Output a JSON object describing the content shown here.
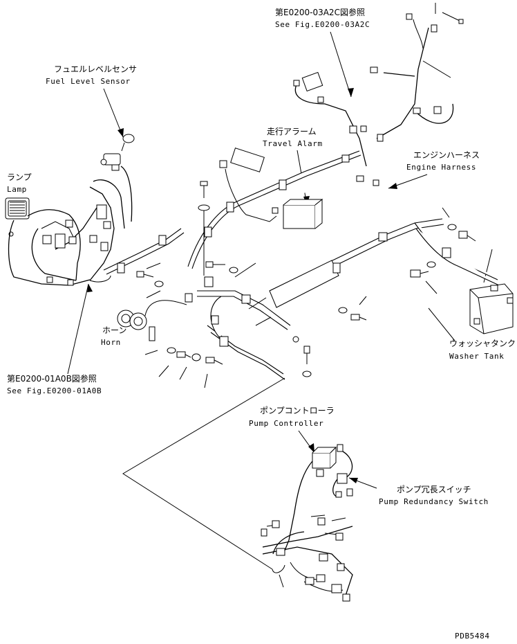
{
  "callouts": {
    "ref_03a2c": {
      "jp": "第E0200-03A2C図参照",
      "en": "See Fig.E0200-03A2C"
    },
    "fuel_level_sensor": {
      "jp": "フュエルレベルセンサ",
      "en": "Fuel Level Sensor"
    },
    "lamp": {
      "jp": "ランプ",
      "en": "Lamp"
    },
    "travel_alarm": {
      "jp": "走行アラーム",
      "en": "Travel Alarm"
    },
    "engine_harness": {
      "jp": "エンジンハーネス",
      "en": "Engine Harness"
    },
    "horn": {
      "jp": "ホーン",
      "en": "Horn"
    },
    "washer_tank": {
      "jp": "ウォッシャタンク",
      "en": "Washer Tank"
    },
    "ref_01a0b": {
      "jp": "第E0200-01A0B図参照",
      "en": "See Fig.E0200-01A0B"
    },
    "pump_controller": {
      "jp": "ポンプコントローラ",
      "en": "Pump Controller"
    },
    "pump_redundancy_switch": {
      "jp": "ポンプ冗長スイッチ",
      "en": "Pump Redundancy Switch"
    }
  },
  "drawing_number": "PDB5484"
}
